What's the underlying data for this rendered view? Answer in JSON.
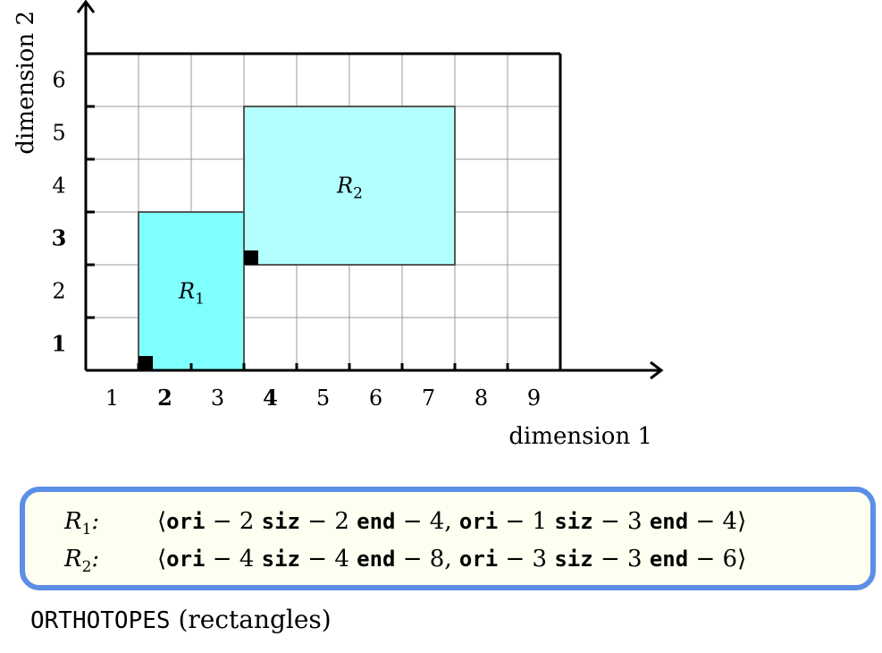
{
  "diagram": {
    "x_axis": {
      "title": "dimension 1",
      "ticks": [
        "1",
        "2",
        "3",
        "4",
        "5",
        "6",
        "7",
        "8",
        "9"
      ],
      "bold_ticks": [
        "2",
        "4"
      ]
    },
    "y_axis": {
      "title": "dimension 2",
      "ticks": [
        "1",
        "2",
        "3",
        "4",
        "5",
        "6"
      ],
      "bold_ticks": [
        "1",
        "3"
      ]
    },
    "grid": {
      "x_min": 1,
      "x_max": 10,
      "y_min": 1,
      "y_max": 7
    },
    "rectangles": [
      {
        "label": "R",
        "subscript": "1",
        "ori": [
          2,
          1
        ],
        "siz": [
          2,
          3
        ],
        "end": [
          4,
          4
        ],
        "fill": "#80ffff"
      },
      {
        "label": "R",
        "subscript": "2",
        "ori": [
          4,
          3
        ],
        "siz": [
          4,
          3
        ],
        "end": [
          8,
          6
        ],
        "fill": "#b3ffff"
      }
    ],
    "colors": {
      "grid": "#999999",
      "border": "#555555",
      "box_border": "#5b8ee6",
      "box_fill": "#fefff0"
    }
  },
  "spec": {
    "rows": [
      {
        "name": "R",
        "sub": "1",
        "suffix": ":",
        "tuple": [
          {
            "kw": "ori"
          },
          {
            "t": " − 2 "
          },
          {
            "kw": "siz"
          },
          {
            "t": " − 2 "
          },
          {
            "kw": "end"
          },
          {
            "t": " − 4, "
          },
          {
            "kw": "ori"
          },
          {
            "t": " − 1 "
          },
          {
            "kw": "siz"
          },
          {
            "t": " − 3 "
          },
          {
            "kw": "end"
          },
          {
            "t": " − 4"
          }
        ]
      },
      {
        "name": "R",
        "sub": "2",
        "suffix": ":",
        "tuple": [
          {
            "kw": "ori"
          },
          {
            "t": " − 4 "
          },
          {
            "kw": "siz"
          },
          {
            "t": " − 4 "
          },
          {
            "kw": "end"
          },
          {
            "t": " − 8, "
          },
          {
            "kw": "ori"
          },
          {
            "t": " − 3 "
          },
          {
            "kw": "siz"
          },
          {
            "t": " − 3 "
          },
          {
            "kw": "end"
          },
          {
            "t": " − 6"
          }
        ]
      }
    ],
    "open_bracket": "⟨",
    "close_bracket": "⟩"
  },
  "caption": {
    "keyword": "ORTHOTOPES",
    "rest": " (rectangles)"
  }
}
